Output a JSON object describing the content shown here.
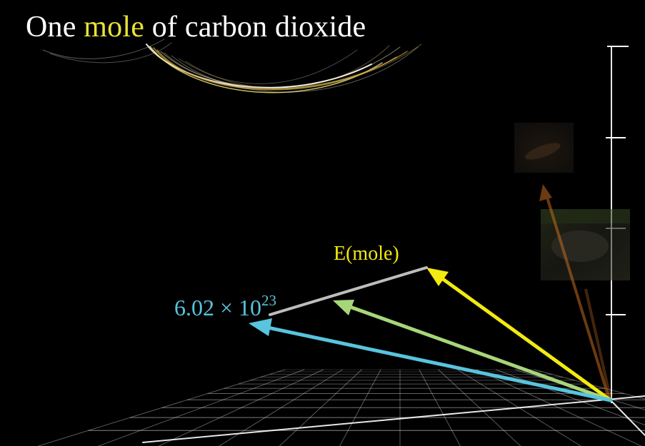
{
  "title": {
    "prefix": "One ",
    "highlight": "mole",
    "suffix": " of carbon dioxide"
  },
  "vector_labels": {
    "emole": "E(mole)",
    "count_base": "6.02 × 10",
    "count_exp": "23"
  },
  "colors": {
    "background": "#000000",
    "title_text": "#ffffff",
    "title_highlight": "#e8e235",
    "emole_vector": "#f2ea10",
    "mid_vector": "#a7d67a",
    "count_vector": "#58c4dd",
    "connector": "#bdbdbd",
    "grid": "#ffffff",
    "faded_vector": "#c46a1e",
    "swoosh_light": "#ffffff",
    "swoosh_warm": "#e1c04a"
  },
  "images": {
    "top": "photo-thumbnail-dark",
    "bottom": "photo-thumbnail-animal"
  }
}
